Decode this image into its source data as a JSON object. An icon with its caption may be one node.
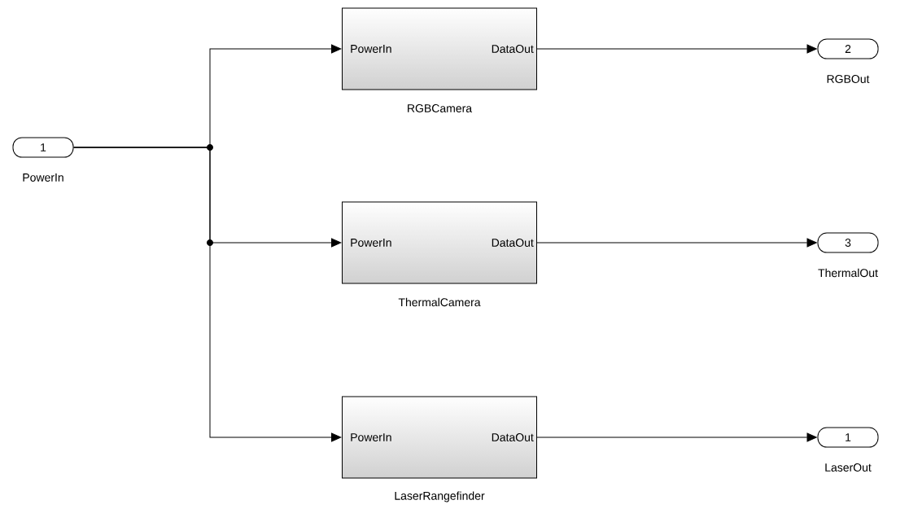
{
  "diagram": {
    "nodes": [
      {
        "text": [
          "1"
        ],
        "beside": [
          "PowerIn"
        ]
      },
      {
        "text": [
          "PowerIn",
          "DataOut"
        ],
        "beside": [
          "RGBCamera"
        ]
      },
      {
        "text": [
          "PowerIn",
          "DataOut"
        ],
        "beside": [
          "ThermalCamera"
        ]
      },
      {
        "text": [
          "PowerIn",
          "DataOut"
        ],
        "beside": [
          "LaserRangefinder"
        ]
      },
      {
        "text": [
          "2"
        ],
        "beside": [
          "RGBOut"
        ]
      },
      {
        "text": [
          "3"
        ],
        "beside": [
          "ThermalOut"
        ]
      },
      {
        "text": [
          "1"
        ],
        "beside": [
          "LaserOut"
        ]
      }
    ],
    "edges": [
      {
        "from": 0,
        "to": 1,
        "arrow": "to"
      },
      {
        "from": 0,
        "to": 2,
        "arrow": "to"
      },
      {
        "from": 0,
        "to": 3,
        "arrow": "to"
      },
      {
        "from": 1,
        "to": 4,
        "arrow": "to"
      },
      {
        "from": 2,
        "to": 5,
        "arrow": "to"
      },
      {
        "from": 3,
        "to": 6,
        "arrow": "to"
      }
    ]
  }
}
